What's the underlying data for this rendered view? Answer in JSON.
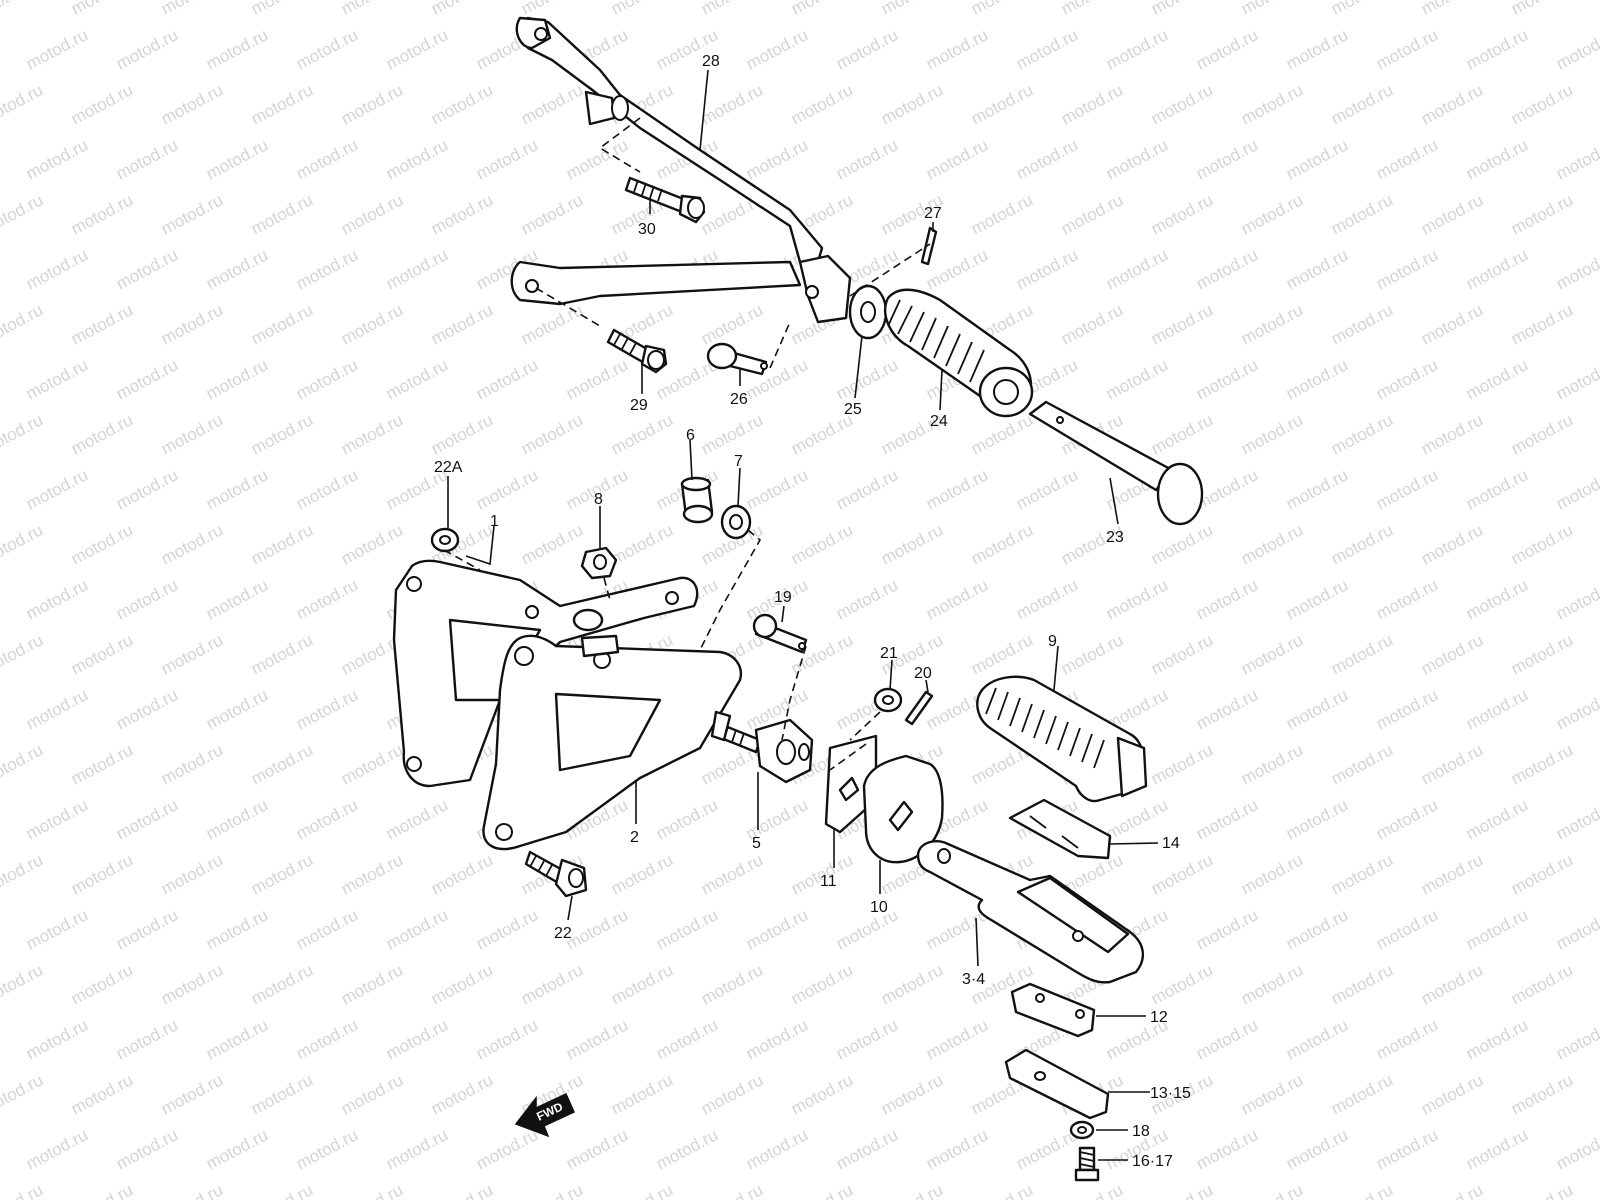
{
  "watermark": "motod.ru",
  "direction_marker": "FWD",
  "callouts": {
    "p1": "1",
    "p2": "2",
    "p3_4": "3·4",
    "p5": "5",
    "p6": "6",
    "p7": "7",
    "p8": "8",
    "p9": "9",
    "p10": "10",
    "p11": "11",
    "p12": "12",
    "p13_15": "13·15",
    "p14": "14",
    "p16_17": "16·17",
    "p18": "18",
    "p19": "19",
    "p20": "20",
    "p21": "21",
    "p22": "22",
    "p22a": "22A",
    "p23": "23",
    "p24": "24",
    "p25": "25",
    "p26": "26",
    "p27": "27",
    "p28": "28",
    "p29": "29",
    "p30": "30"
  }
}
